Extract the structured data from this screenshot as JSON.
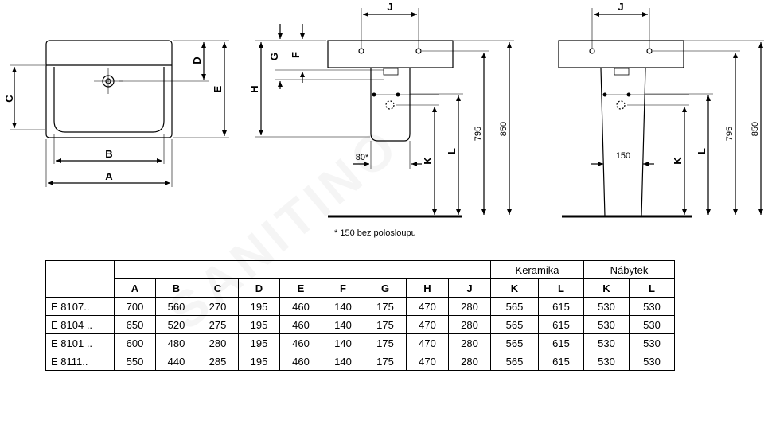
{
  "watermark": "SANITINO",
  "labels": {
    "A": "A",
    "B": "B",
    "C": "C",
    "D": "D",
    "E": "E",
    "F": "F",
    "G": "G",
    "H": "H",
    "J": "J",
    "K": "K",
    "L": "L"
  },
  "dims": {
    "d795": "795",
    "d850": "850",
    "d80": "80*",
    "d150": "150"
  },
  "note": "* 150 bez polosloupu",
  "table": {
    "groups": {
      "keramika": "Keramika",
      "nabytek": "Nábytek"
    },
    "columns": [
      "A",
      "B",
      "C",
      "D",
      "E",
      "F",
      "G",
      "H",
      "J",
      "K",
      "L",
      "K",
      "L"
    ],
    "rows": [
      {
        "label": "E 8107..",
        "values": [
          "700",
          "560",
          "270",
          "195",
          "460",
          "140",
          "175",
          "470",
          "280",
          "565",
          "615",
          "530",
          "530"
        ]
      },
      {
        "label": "E 8104 ..",
        "values": [
          "650",
          "520",
          "275",
          "195",
          "460",
          "140",
          "175",
          "470",
          "280",
          "565",
          "615",
          "530",
          "530"
        ]
      },
      {
        "label": "E 8101 ..",
        "values": [
          "600",
          "480",
          "280",
          "195",
          "460",
          "140",
          "175",
          "470",
          "280",
          "565",
          "615",
          "530",
          "530"
        ]
      },
      {
        "label": "E 8111..",
        "values": [
          "550",
          "440",
          "285",
          "195",
          "460",
          "140",
          "175",
          "470",
          "280",
          "565",
          "615",
          "530",
          "530"
        ]
      }
    ]
  }
}
